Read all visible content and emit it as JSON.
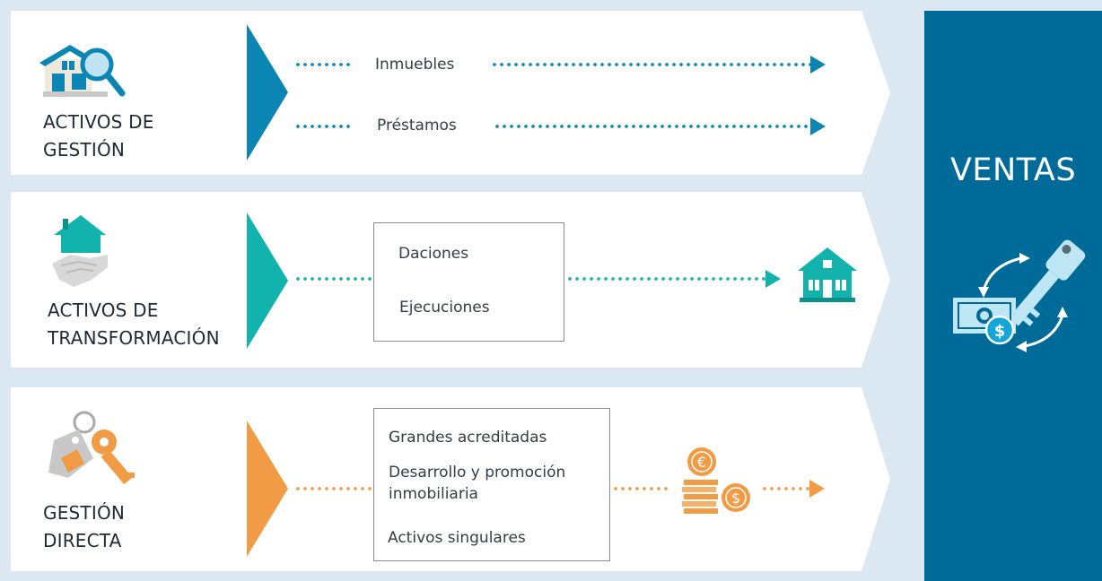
{
  "colors": {
    "background": "#dbe8f2",
    "gestion": "#0a85b4",
    "transformacion": "#12b3ad",
    "directa": "#f29b45",
    "ventas": "#006b99"
  },
  "rows": [
    {
      "label_lines": [
        "ACTIVOS DE",
        "GESTIÓN"
      ],
      "icon": "house-magnifier-icon",
      "items": [
        "Inmuebles",
        "Préstamos"
      ]
    },
    {
      "label_lines": [
        "ACTIVOS DE",
        "TRANSFORMACIÓN"
      ],
      "icon": "handshake-house-icon",
      "items": [
        "Daciones",
        "Ejecuciones"
      ],
      "result_icon": "house-icon"
    },
    {
      "label_lines": [
        "GESTIÓN",
        "DIRECTA"
      ],
      "icon": "keys-tag-icon",
      "items": [
        "Grandes acreditadas",
        "Desarrollo y promoción",
        "inmobiliaria",
        "Activos singulares"
      ],
      "result_icon": "coins-icon"
    }
  ],
  "ventas": {
    "title": "VENTAS",
    "icon": "money-key-exchange-icon"
  }
}
